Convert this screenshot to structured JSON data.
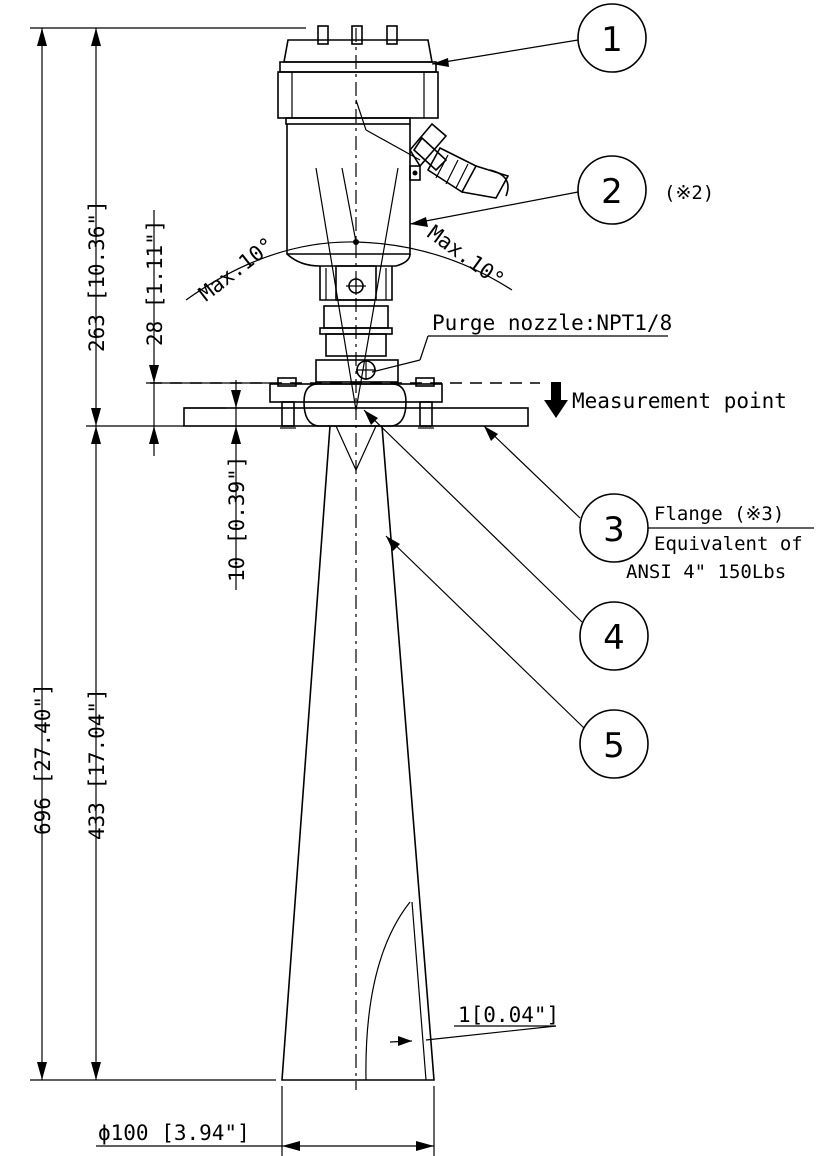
{
  "dimensions": {
    "total_height": "696 [27.40\"]",
    "housing_height": "263 [10.36\"]",
    "neck_height": "28 [1.11\"]",
    "flange_thickness": "10 [0.39\"]",
    "horn_height": "433 [17.04\"]",
    "horn_wall": "1[0.04\"]",
    "horn_diameter": "ϕ100 [3.94\"]"
  },
  "angles": {
    "left": "Max.10°",
    "right": "Max.10°"
  },
  "labels": {
    "purge_nozzle": "Purge nozzle:NPT1/8",
    "measurement_point": "Measurement point",
    "flange_line1": "Flange (※3)",
    "flange_line2": "Equivalent of",
    "flange_line3": "ANSI 4\" 150Lbs",
    "note_2": "(※2)"
  },
  "callouts": [
    "1",
    "2",
    "3",
    "4",
    "5"
  ]
}
